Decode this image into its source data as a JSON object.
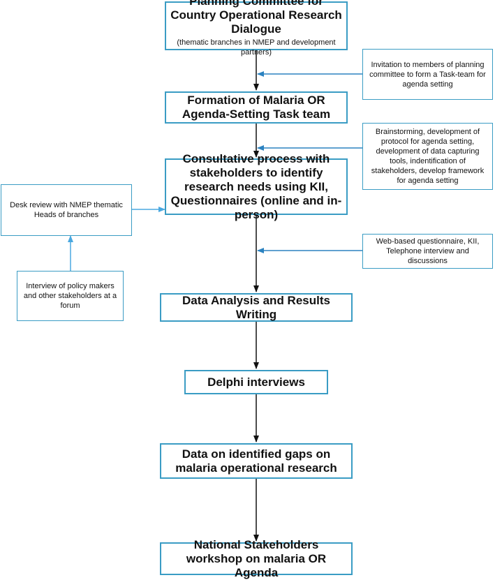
{
  "colors": {
    "box_border": "#3a9cc4",
    "main_arrow": "#111111",
    "side_arrow": "#2b82c0",
    "side_arrow_light": "#4aa8e0"
  },
  "main_flow": [
    {
      "id": "planning-committee",
      "title": "Planning Committee for Country Operational Research Dialogue",
      "subtitle": "(thematic branches in NMEP and development partners)"
    },
    {
      "id": "task-team-formation",
      "title": "Formation of Malaria OR Agenda-Setting Task team"
    },
    {
      "id": "consultative-process",
      "title": "Consultative process with stakeholders to identify research needs using KII, Questionnaires (online and in-person)"
    },
    {
      "id": "data-analysis",
      "title": "Data Analysis and Results Writing"
    },
    {
      "id": "delphi-interviews",
      "title": "Delphi interviews"
    },
    {
      "id": "identified-gaps",
      "title": "Data on identified gaps on malaria operational research"
    },
    {
      "id": "stakeholders-workshop",
      "title": "National Stakeholders workshop on malaria OR Agenda"
    }
  ],
  "side_notes": {
    "invitation": "Invitation to members of planning committee to form a Task-team for agenda setting",
    "brainstorming": "Brainstorming, development of protocol for agenda setting, development of data capturing tools, indentification of stakeholders, develop framework for agenda setting",
    "web_questionnaire": "Web-based questionnaire, KII, Telephone interview and discussions",
    "desk_review": "Desk review with NMEP thematic Heads of branches",
    "policy_interview": "Interview of policy makers and other stakeholders at a forum"
  }
}
